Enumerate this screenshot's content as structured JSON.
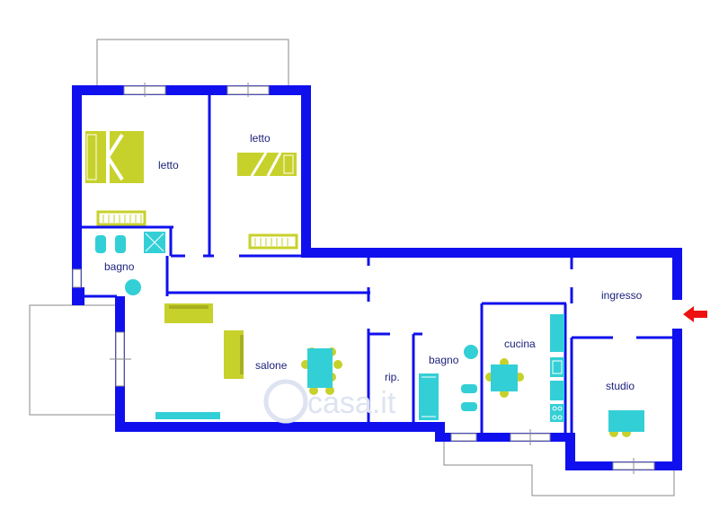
{
  "floorplan": {
    "colors": {
      "wall": "#1010ee",
      "outline": "#888888",
      "furniture_yellow": "#c7d12b",
      "fixture_cyan": "#33cfd6",
      "label": "#1a1f7a",
      "entrance_arrow": "#ee1111",
      "watermark": "#dde3f0"
    },
    "watermark": "casa.it",
    "rooms": {
      "letto_1": "letto",
      "letto_2": "letto",
      "bagno_1": "bagno",
      "salone": "salone",
      "ripostiglio": "rip.",
      "bagno_2": "bagno",
      "cucina": "cucina",
      "ingresso": "ingresso",
      "studio": "studio"
    },
    "entrance_icon": "entrance-arrow-icon"
  }
}
